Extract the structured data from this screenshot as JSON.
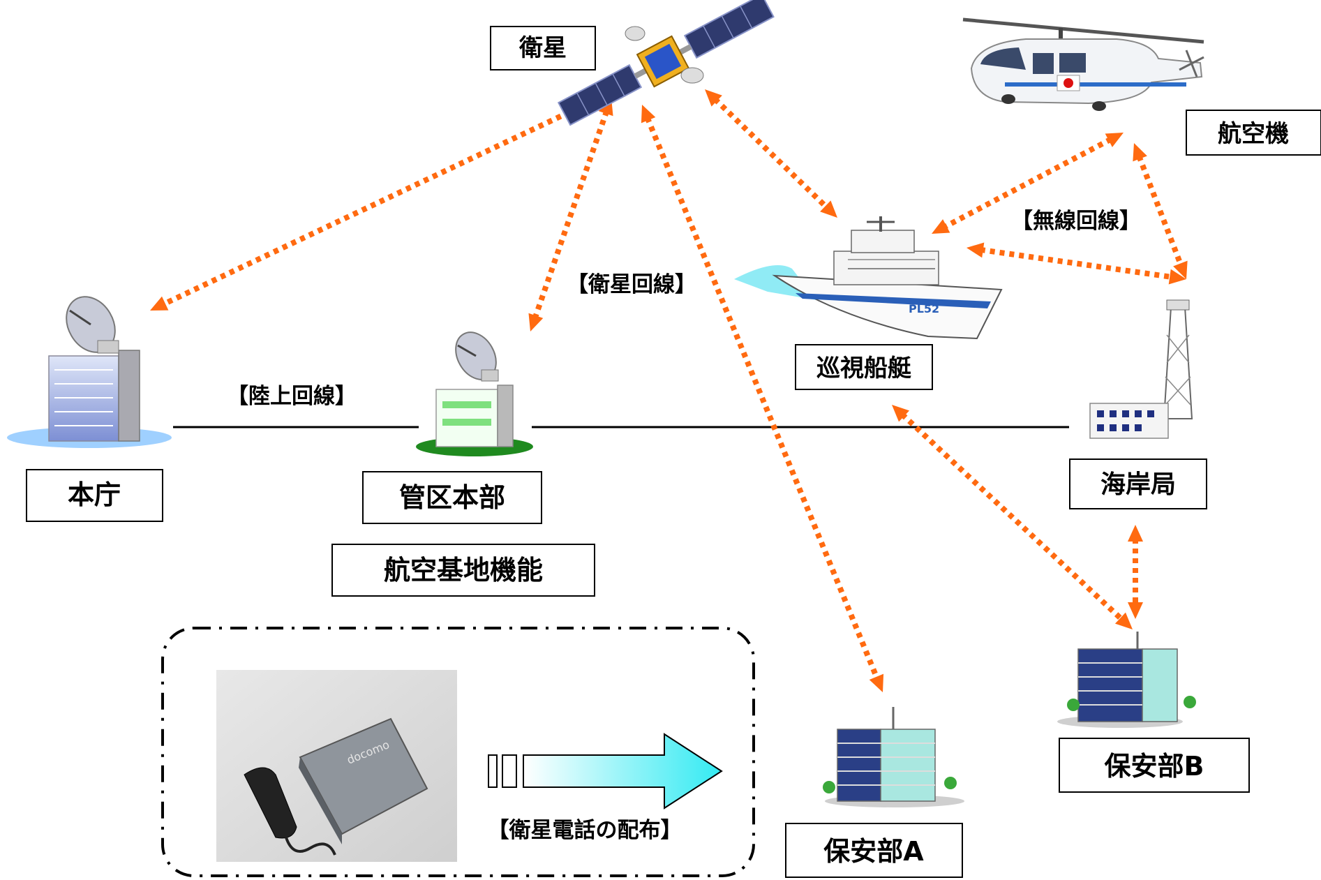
{
  "nodes": {
    "satellite": "衛星",
    "aircraft": "航空機",
    "patrol_vessel": "巡視船艇",
    "coast_station": "海岸局",
    "hq": "本庁",
    "regional_hq": "管区本部",
    "air_base": "航空基地機能",
    "office_a": "保安部A",
    "office_b": "保安部B"
  },
  "links": {
    "satellite_line": "【衛星回線】",
    "radio_line": "【無線回線】",
    "land_line": "【陸上回線】",
    "sat_phone_distribution": "【衛星電話の配布】"
  },
  "device": {
    "brand": "docomo"
  },
  "colors": {
    "link_arrow": "#ff6a10",
    "land_line": "#000000",
    "distribution_arrow_start": "#ffffff",
    "distribution_arrow_end": "#33eaf2"
  }
}
